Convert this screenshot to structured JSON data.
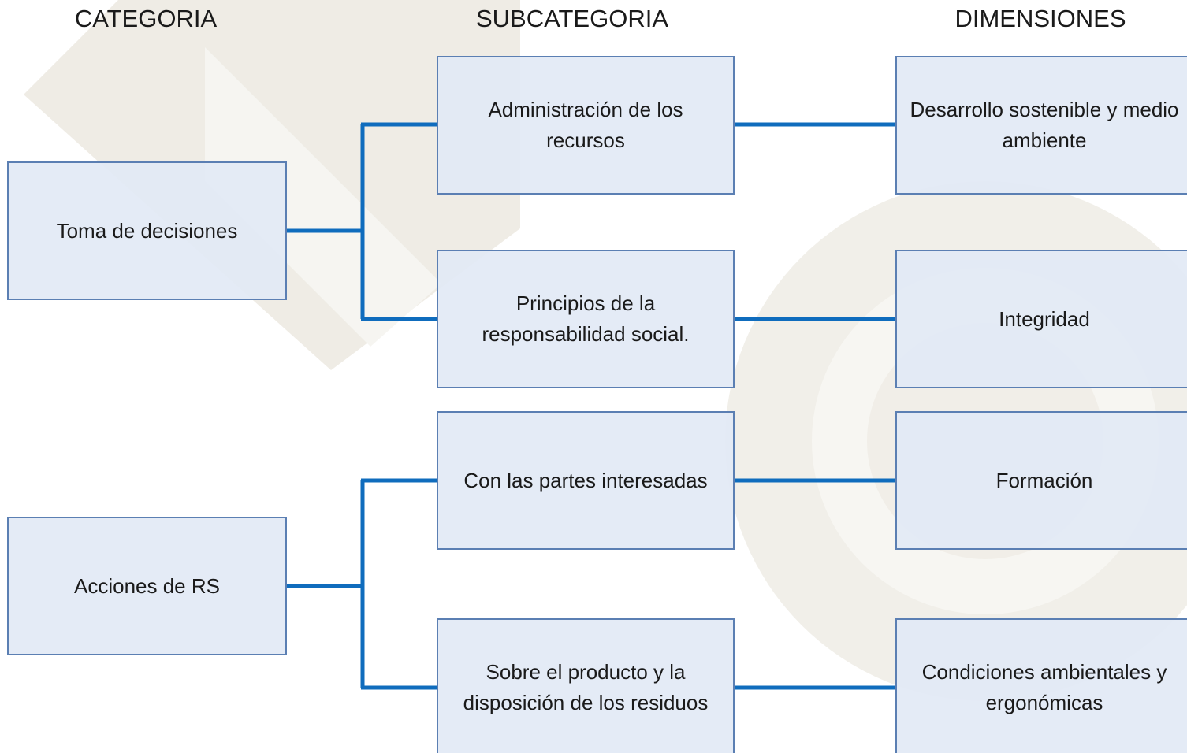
{
  "headers": {
    "categoria": "CATEGORIA",
    "subcategoria": "SUBCATEGORIA",
    "dimensiones": "DIMENSIONES"
  },
  "categories": [
    {
      "label": "Toma de decisiones"
    },
    {
      "label": "Acciones de RS"
    }
  ],
  "subcategories": [
    {
      "label": "Administración de los recursos"
    },
    {
      "label": "Principios de la responsabilidad social."
    },
    {
      "label": "Con las partes interesadas"
    },
    {
      "label": "Sobre el producto y la disposición de los residuos"
    }
  ],
  "dimensions": [
    {
      "label": "Desarrollo sostenible y medio ambiente"
    },
    {
      "label": "Integridad"
    },
    {
      "label": "Formación"
    },
    {
      "label": "Condiciones ambientales y ergonómicas"
    }
  ],
  "colors": {
    "connector": "#0f6cbd",
    "node_fill": "#e2eaf5",
    "node_border": "#5b7fb3",
    "watermark": "#ece9e1"
  }
}
